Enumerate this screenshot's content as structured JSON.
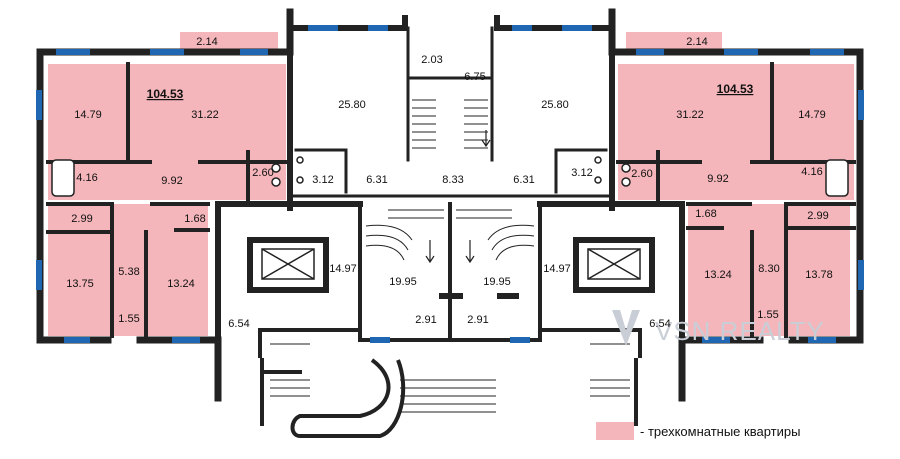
{
  "colors": {
    "apartment_fill": "#f4b6bb",
    "wall": "#222222",
    "window": "#1f66b3",
    "watermark": "#c9ced6"
  },
  "plan": {
    "totals": {
      "left": "104.53",
      "right": "104.53"
    },
    "balconies": {
      "left": "2.14",
      "right": "2.14"
    },
    "left_apartment": {
      "bedroom_nw": "14.79",
      "living": "31.22",
      "bathroom": "4.16",
      "hall": "9.92",
      "wc": "2.60",
      "closet": "2.99",
      "closet_2": "1.68",
      "bedroom_sw": "13.75",
      "corridor": "5.38",
      "small": "1.55",
      "bedroom_s": "13.24"
    },
    "right_apartment": {
      "living": "31.22",
      "bedroom_ne": "14.79",
      "wc": "2.60",
      "hall": "9.92",
      "bathroom": "4.16",
      "closet_2": "1.68",
      "closet": "2.99",
      "bedroom_s": "13.24",
      "corridor": "8.30",
      "bedroom_se": "13.78",
      "small": "1.55"
    },
    "center": {
      "room_left": "25.80",
      "room_right": "25.80",
      "top_a": "2.03",
      "top_b": "6.75",
      "wc_left": "3.12",
      "hall_left": "6.31",
      "hall_center": "8.33",
      "hall_right": "6.31",
      "wc_right": "3.12",
      "lobby_left": "14.97",
      "stair_left": "19.95",
      "stair_right": "19.95",
      "lobby_right": "14.97",
      "vest_left": "6.54",
      "niche_left": "2.91",
      "niche_right": "2.91",
      "vest_right": "6.54"
    }
  },
  "watermark": {
    "text": "VSN REALTY"
  },
  "legend": {
    "label": "- трехкомнатные квартиры"
  }
}
